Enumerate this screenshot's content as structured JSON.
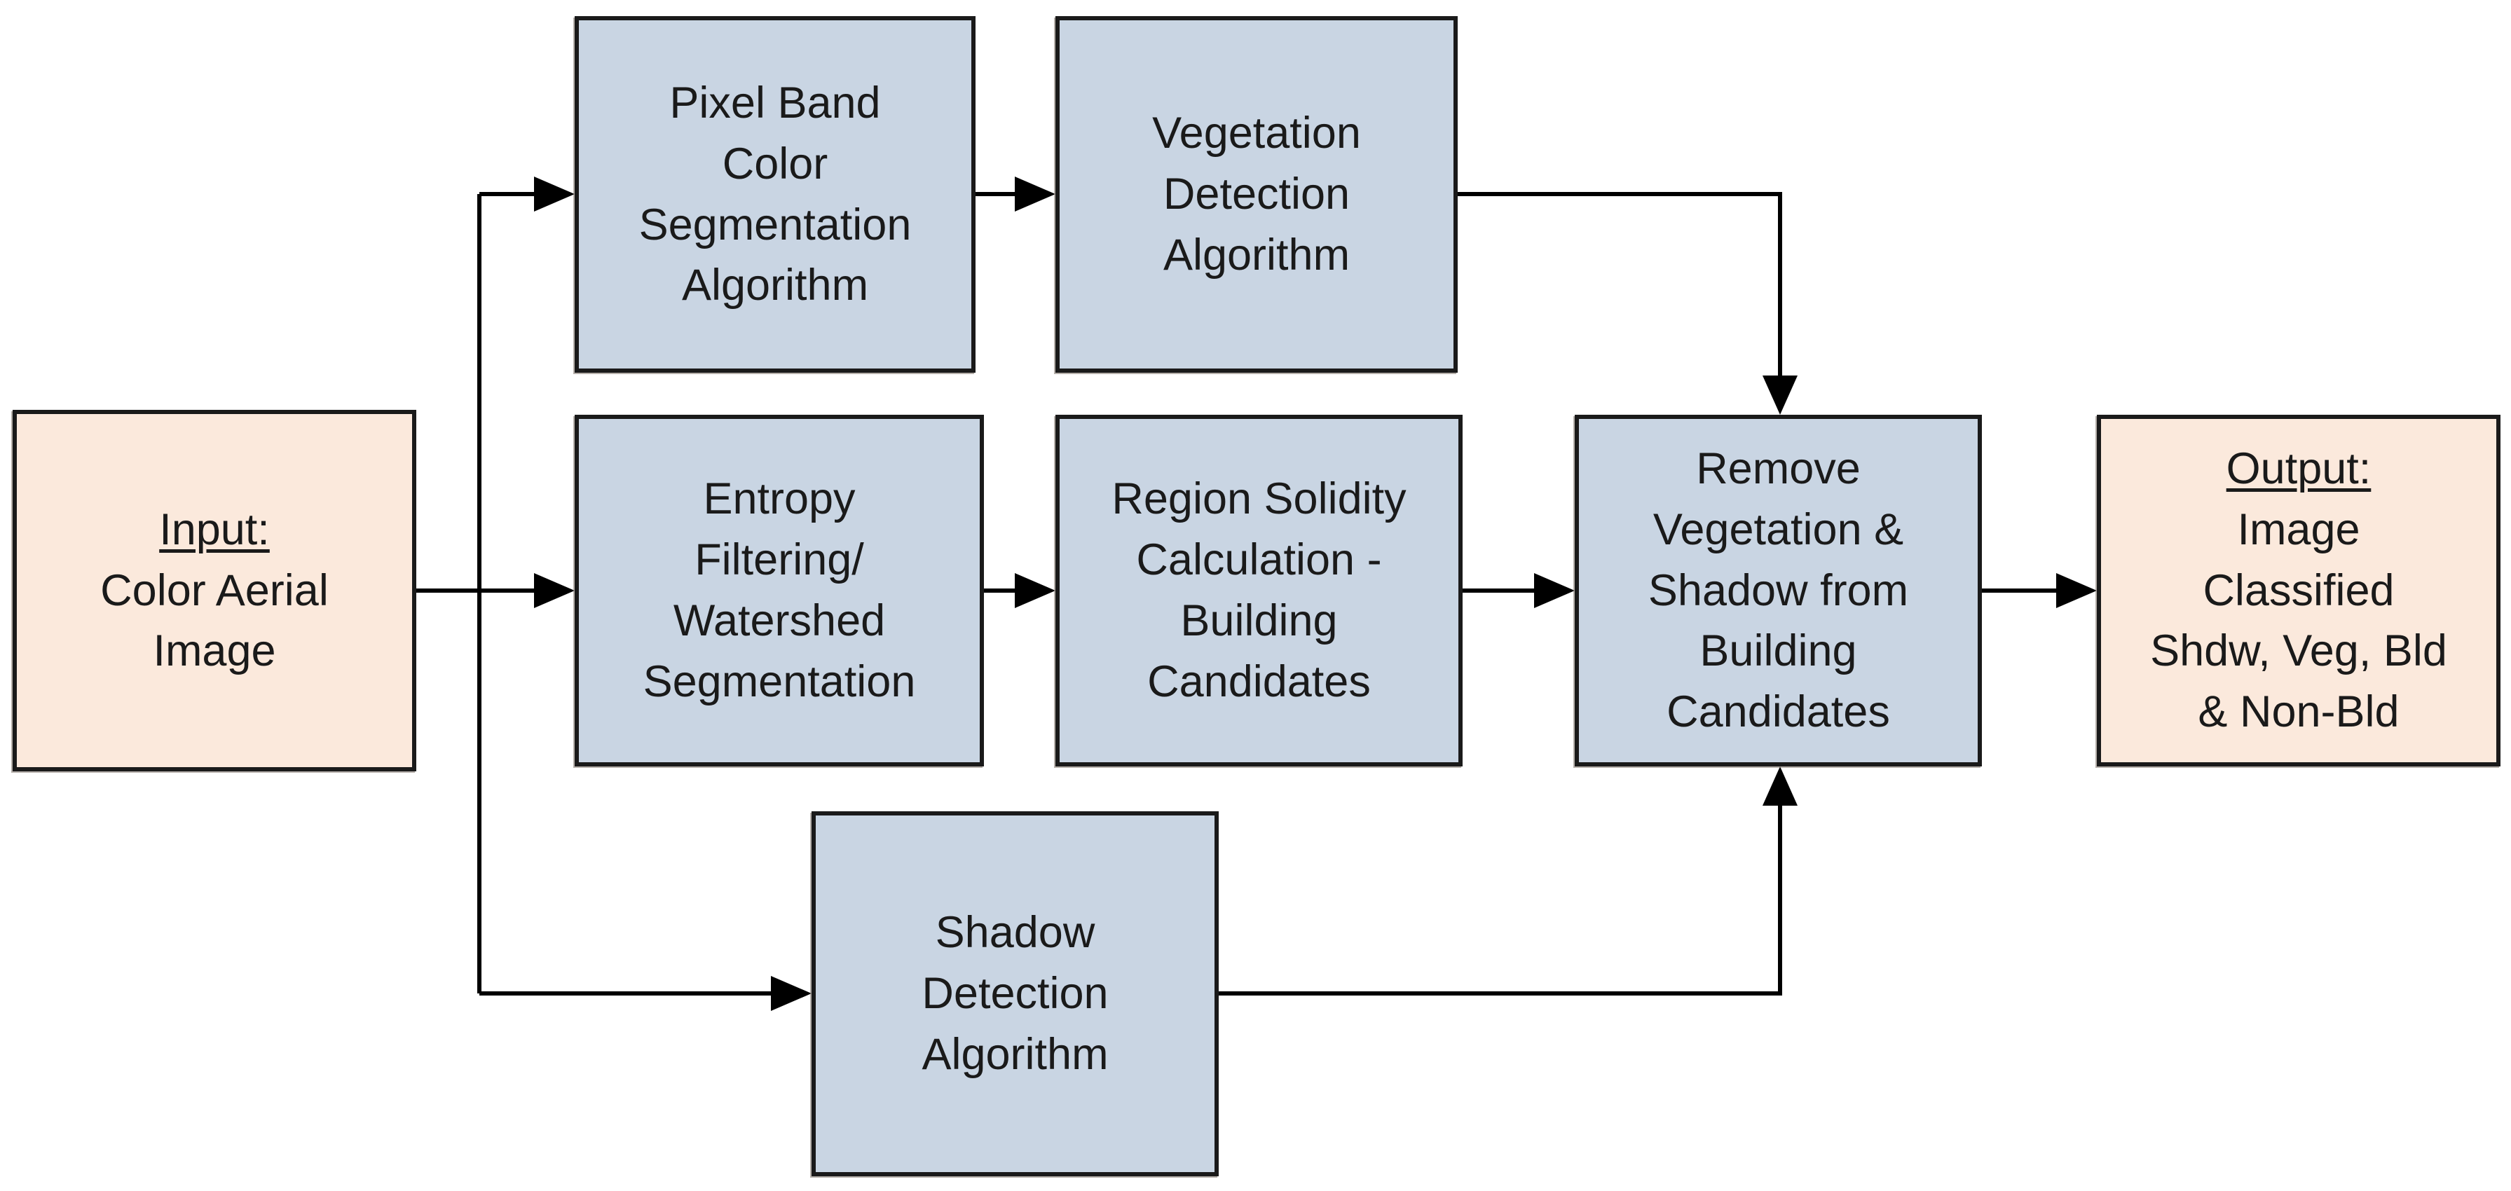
{
  "diagram": {
    "title": "Building detection image classification pipeline flowchart",
    "colors": {
      "canvas_bg": "#ffffff",
      "process_fill": "#c9d5e3",
      "terminal_fill": "#fbe9dc",
      "stroke": "#1a1a1a",
      "arrow": "#000000",
      "text": "#1a1a1a"
    },
    "nodes": {
      "input": {
        "title": "Input:",
        "body": "Color Aerial\nImage"
      },
      "pixel_band": {
        "body": "Pixel Band\nColor\nSegmentation\nAlgorithm"
      },
      "vegetation": {
        "body": "Vegetation\nDetection\nAlgorithm"
      },
      "entropy": {
        "body": "Entropy\nFiltering/\nWatershed\nSegmentation"
      },
      "region_solidity": {
        "body": "Region Solidity\nCalculation -\nBuilding\nCandidates"
      },
      "remove_veg": {
        "body": "Remove\nVegetation &\nShadow from\nBuilding\nCandidates"
      },
      "shadow": {
        "body": "Shadow\nDetection\nAlgorithm"
      },
      "output": {
        "title": "Output:",
        "body": "Image\nClassified\nShdw, Veg, Bld\n& Non-Bld"
      }
    },
    "edges": [
      "input -> pixel_band",
      "input -> entropy",
      "input -> shadow",
      "pixel_band -> vegetation",
      "vegetation -> remove_veg",
      "entropy -> region_solidity",
      "region_solidity -> remove_veg",
      "shadow -> remove_veg",
      "remove_veg -> output"
    ]
  }
}
